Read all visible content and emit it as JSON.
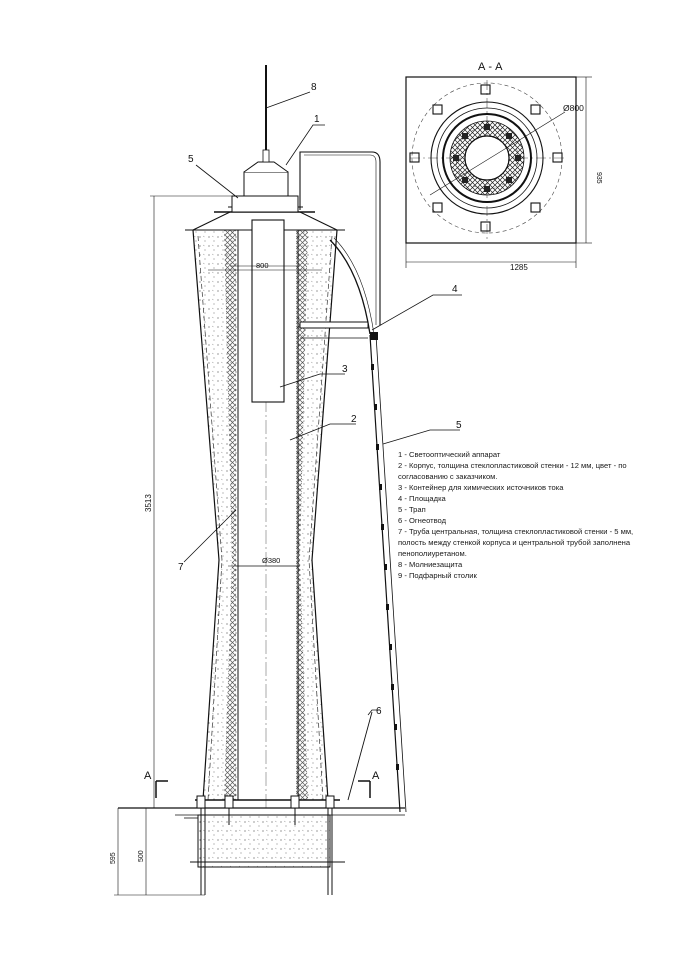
{
  "section": {
    "title": "А - А",
    "diameter_label": "Ø800",
    "width_label": "1285",
    "height_label": "935"
  },
  "main": {
    "top_width_label": "800",
    "waist_label": "Ø380",
    "height_label": "3513",
    "foundation_depth_label": "500",
    "foundation_total_label": "595",
    "section_mark_left": "А",
    "section_mark_right": "А"
  },
  "callouts": [
    "1",
    "2",
    "3",
    "4",
    "5",
    "5",
    "6",
    "7",
    "8"
  ],
  "legend": [
    "1 - Светооптический аппарат",
    "2 - Корпус, толщина стеклопластиковой стенки - 12 мм, цвет - по",
    "согласованию с заказчиком.",
    "3 - Контейнер для химических источников тока",
    "4 - Площадка",
    "5 - Трап",
    "6 - Огнеотвод",
    "7 - Труба центральная, толщина стеклопластиковой стенки - 5 мм,",
    "полость между стенкой корпуса и центральной трубой заполнена",
    "пенополиуретаном.",
    "8 - Молниезащита",
    "9 - Подфарный столик"
  ]
}
